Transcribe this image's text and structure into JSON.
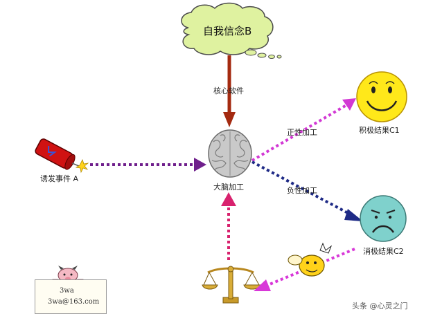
{
  "belief": {
    "label": "自我信念B"
  },
  "core_arrow": {
    "label": "核心软件"
  },
  "trigger": {
    "label": "诱发事件 A"
  },
  "brain": {
    "label": "大脑加工"
  },
  "positive": {
    "arrow_label": "正性加工",
    "result_label": "积极结果C1"
  },
  "negative": {
    "arrow_label": "负性加工",
    "result_label": "消极结果C2"
  },
  "note_card": {
    "name": "3wa",
    "email": "3wa@163.com"
  },
  "watermark": {
    "text": "头条 @心灵之门"
  },
  "colors": {
    "core_arrow": "#a42a10",
    "trigger_arrow": "#6f1f8c",
    "positive_arrow": "#d238d4",
    "negative_arrow": "#1e2a86",
    "feedback_arrow": "#d8226e",
    "bottom_arrow": "#d838d8",
    "cloud_fill": "#dff2a0",
    "happy_face": "#ffe81a",
    "sad_face": "#7fd1cc"
  }
}
